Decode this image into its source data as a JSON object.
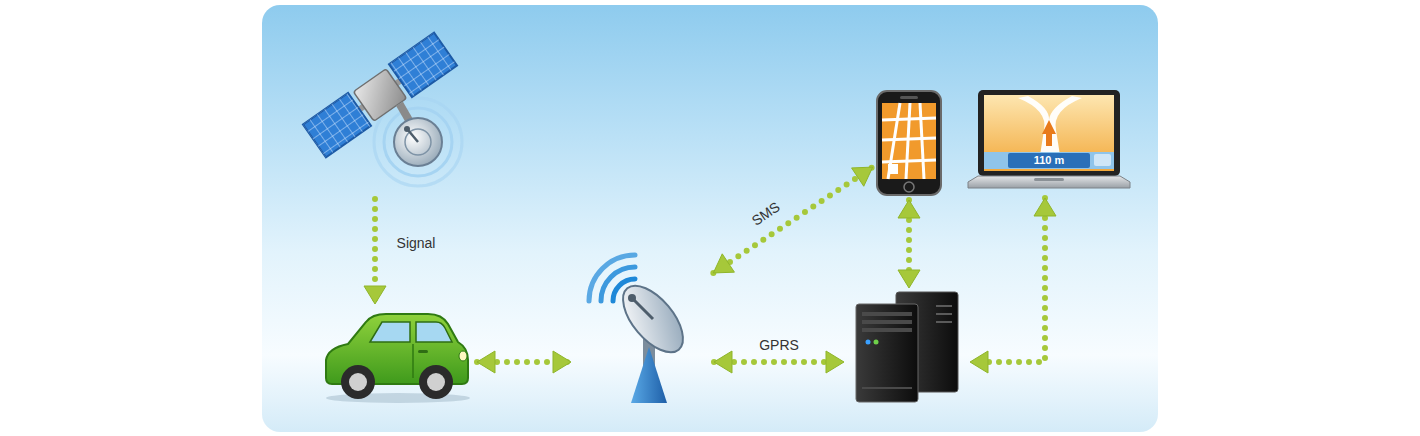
{
  "diagram": {
    "nodes": [
      {
        "text": []
      },
      {
        "text": []
      },
      {
        "text": [
          "110 m"
        ]
      },
      {
        "text": []
      },
      {
        "text": []
      },
      {
        "text": []
      }
    ],
    "edges": [
      {
        "from": 0,
        "to": 3,
        "arrow": "to",
        "label": "Signal"
      },
      {
        "from": 3,
        "to": 4,
        "arrow": "both"
      },
      {
        "from": 4,
        "to": 1,
        "arrow": "both",
        "label": "SMS"
      },
      {
        "from": 4,
        "to": 5,
        "arrow": "both",
        "label": "GPRS"
      },
      {
        "from": 1,
        "to": 5,
        "arrow": "both"
      },
      {
        "from": 2,
        "to": 5,
        "arrow": "both"
      }
    ]
  }
}
